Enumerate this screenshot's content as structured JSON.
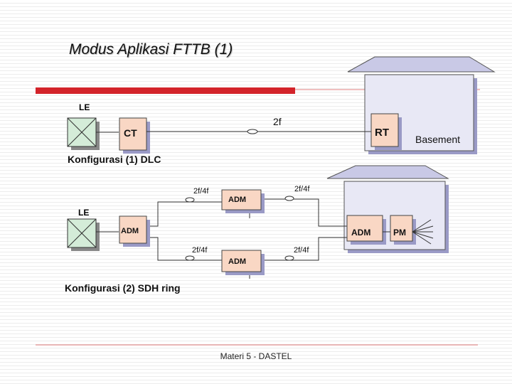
{
  "slide": {
    "title": "Modus Aplikasi FTTB (1)",
    "footer": "Materi 5 - DASTEL"
  },
  "diagram": {
    "config1": {
      "caption": "Konfigurasi (1) DLC",
      "le_label": "LE",
      "ct_label": "CT",
      "link_label": "2f",
      "rt_label": "RT",
      "basement_label": "Basement"
    },
    "config2": {
      "caption": "Konfigurasi (2) SDH ring",
      "le_label": "LE",
      "adm_left": "ADM",
      "adm_top": "ADM",
      "adm_bottom": "ADM",
      "adm_building": "ADM",
      "pm_label": "PM",
      "link_top_left": "2f/4f",
      "link_top_right": "2f/4f",
      "link_bottom_left": "2f/4f",
      "link_bottom_right": "2f/4f"
    }
  },
  "colors": {
    "accent_bar": "#d3232a",
    "box_fill": "#f9d7c4",
    "le_fill": "#d4ecd8",
    "building_fill": "#e8e8f5",
    "roof_fill": "#c9c9e6",
    "shadow": "#9a9ac6"
  }
}
